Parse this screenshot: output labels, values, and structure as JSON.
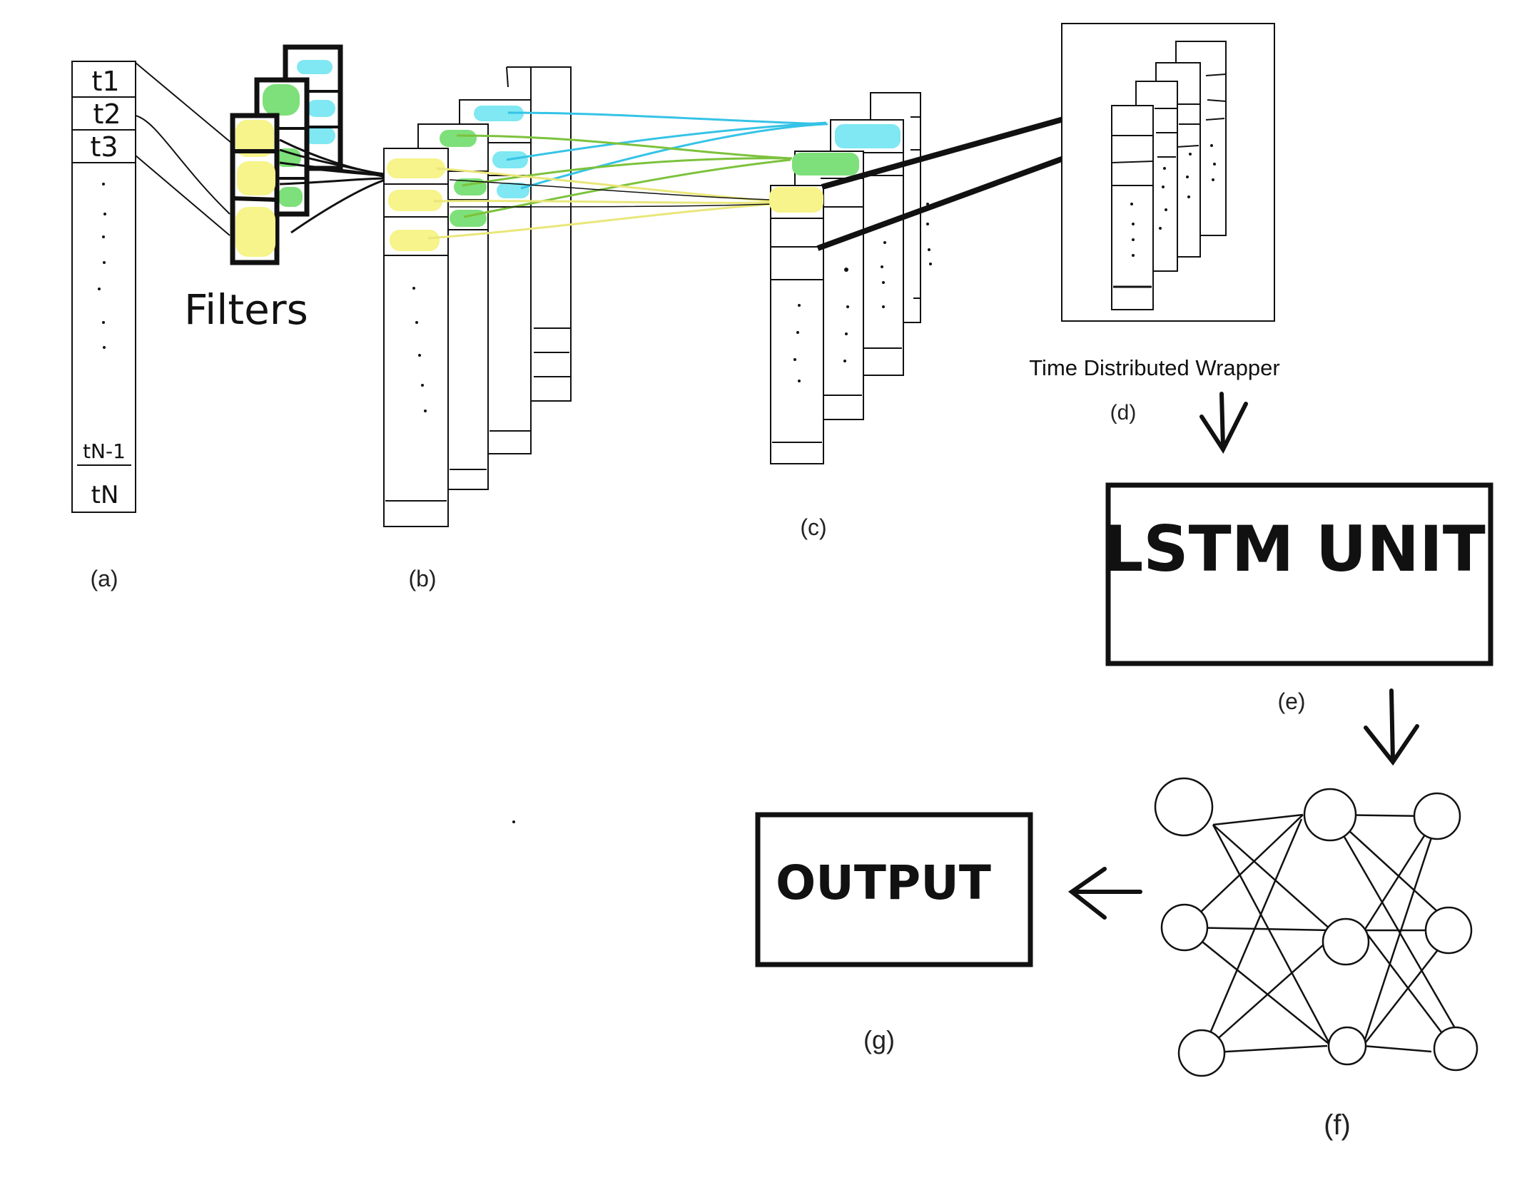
{
  "panel_a": {
    "label": "(a)",
    "cells": [
      "t1",
      "t2",
      "t3"
    ],
    "cells_end": [
      "tN-1",
      "tN"
    ]
  },
  "filters_label": "Filters",
  "panel_b": {
    "label": "(b)"
  },
  "panel_c": {
    "label": "(c)"
  },
  "panel_d": {
    "label": "(d)",
    "caption": "Time Distributed Wrapper"
  },
  "panel_e": {
    "label": "(e)",
    "box_text": "LSTM UNIT"
  },
  "panel_f": {
    "label": "(f)"
  },
  "panel_g": {
    "label": "(g)",
    "box_text": "OUTPUT"
  },
  "colors": {
    "yellow": "#f6f48a",
    "green": "#7ee07a",
    "cyan": "#7fe8f2",
    "line_cyan": "#35c3e6",
    "line_green": "#7cc23c",
    "line_yellow": "#e9e77a",
    "ink": "#111111"
  }
}
